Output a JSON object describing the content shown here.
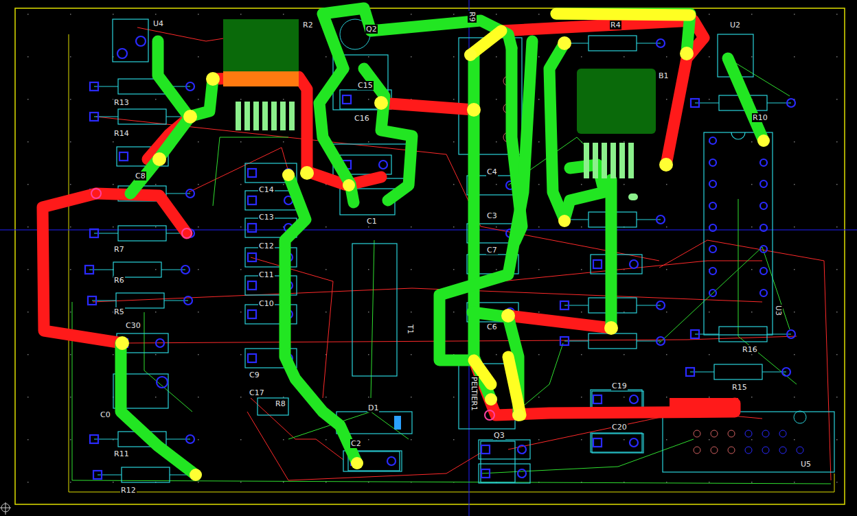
{
  "diagram": {
    "labels": [
      "U4",
      "R2",
      "R13",
      "R14",
      "C8",
      "R7",
      "R6",
      "R5",
      "C30",
      "C0",
      "R11",
      "R12",
      "C14",
      "C13",
      "C12",
      "C11",
      "C10",
      "C9",
      "C17",
      "R8",
      "C15",
      "C16",
      "C1",
      "T1",
      "D1",
      "C2",
      "Q2",
      "R9",
      "C4",
      "C3",
      "C7",
      "C6",
      "PELTIER1",
      "Q3",
      "R4",
      "B1",
      "U2",
      "R10",
      "U3",
      "R16",
      "R15",
      "C19",
      "C20",
      "U5"
    ]
  }
}
